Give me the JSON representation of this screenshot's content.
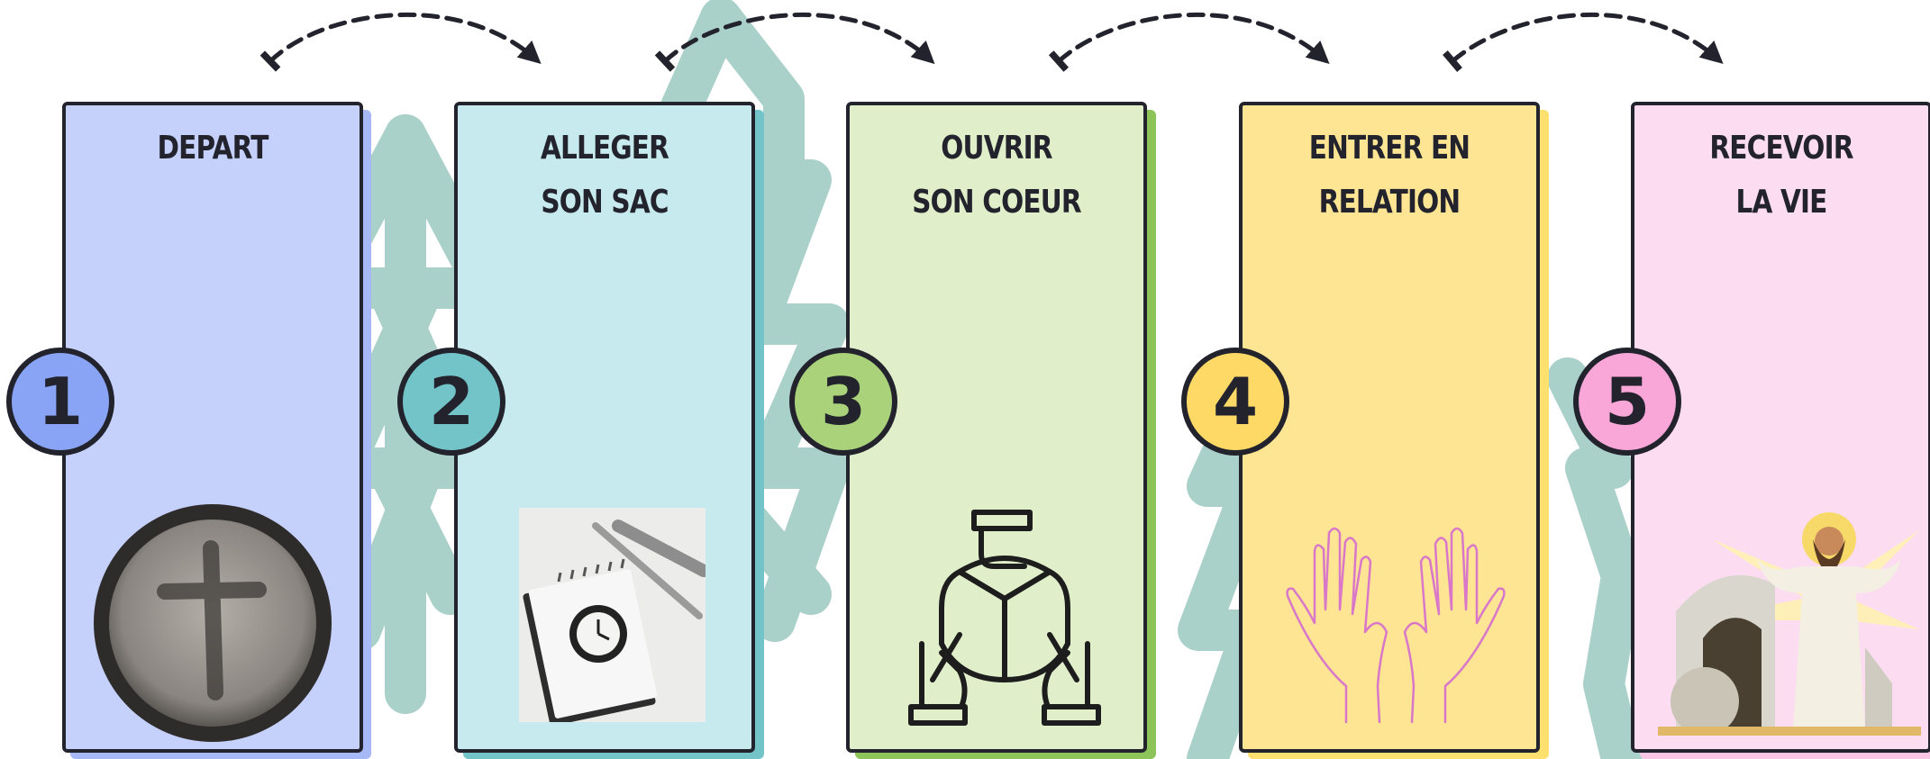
{
  "colors": {
    "outline": "#22232d",
    "tree": "#a9d0c9"
  },
  "steps": [
    {
      "number": "1",
      "line1": "DEPART",
      "line2": "",
      "fill": "#c5d1fa",
      "shadow": "#a7b8f7",
      "badge": "#8aa4f5",
      "icon": "ash-cross-bowl-icon"
    },
    {
      "number": "2",
      "line1": "ALLEGER",
      "line2": "SON SAC",
      "fill": "#c6eaed",
      "shadow": "#72c4c9",
      "badge": "#72c4c9",
      "icon": "notepad-clock-cutlery-icon"
    },
    {
      "number": "3",
      "line1": "OUVRIR",
      "line2": "SON COEUR",
      "fill": "#e0efca",
      "shadow": "#8dc45a",
      "badge": "#a9d27a",
      "icon": "hands-heart-puzzle-icon"
    },
    {
      "number": "4",
      "line1": "ENTRER EN",
      "line2": "RELATION",
      "fill": "#fde594",
      "shadow": "#fde06e",
      "badge": "#ffd966",
      "icon": "open-hands-icon"
    },
    {
      "number": "5",
      "line1": "RECEVOIR",
      "line2": "LA VIE",
      "fill": "#fcdcf1",
      "shadow": "#f9c6e6",
      "badge": "#f8a7d8",
      "icon": "risen-christ-tomb-icon"
    }
  ]
}
